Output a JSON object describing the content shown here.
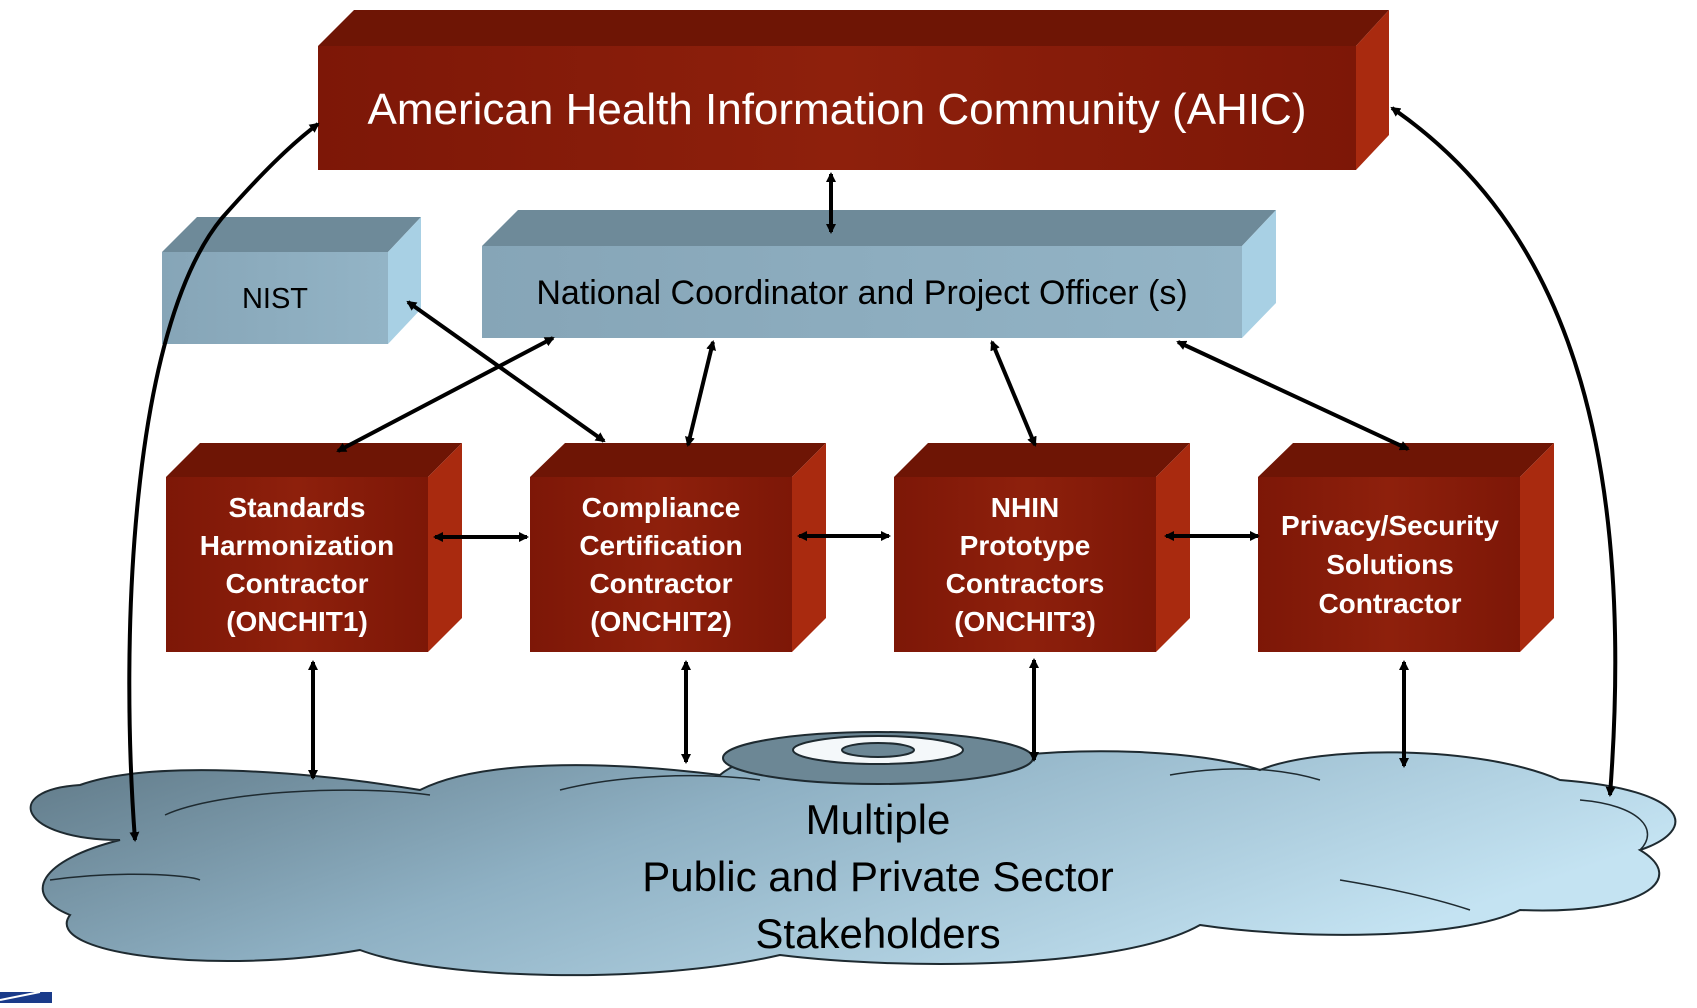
{
  "ahic": {
    "label": "American Health Information Community (AHIC)"
  },
  "nist": {
    "label": "NIST"
  },
  "national_coordinator": {
    "label": "National Coordinator and Project Officer (s)"
  },
  "contractors": [
    {
      "lines": [
        "Standards",
        "Harmonization",
        "Contractor",
        "(ONCHIT1)"
      ]
    },
    {
      "lines": [
        "Compliance",
        "Certification",
        "Contractor",
        "(ONCHIT2)"
      ]
    },
    {
      "lines": [
        "NHIN",
        "Prototype",
        "Contractors",
        "(ONCHIT3)"
      ]
    },
    {
      "lines": [
        "Privacy/Security",
        "Solutions",
        "Contractor"
      ]
    }
  ],
  "stakeholders": {
    "lines": [
      "Multiple",
      "Public and Private Sector",
      "Stakeholders"
    ]
  },
  "colors": {
    "red_front": "#8a1c0a",
    "red_top": "#7a1a08",
    "red_side": "#a62a10",
    "blue_front": "#89a9bb",
    "blue_top": "#6f8b9a",
    "blue_side": "#a9cfe2",
    "cloud_light": "#b8d6e6",
    "cloud_dark": "#5e7a88"
  }
}
